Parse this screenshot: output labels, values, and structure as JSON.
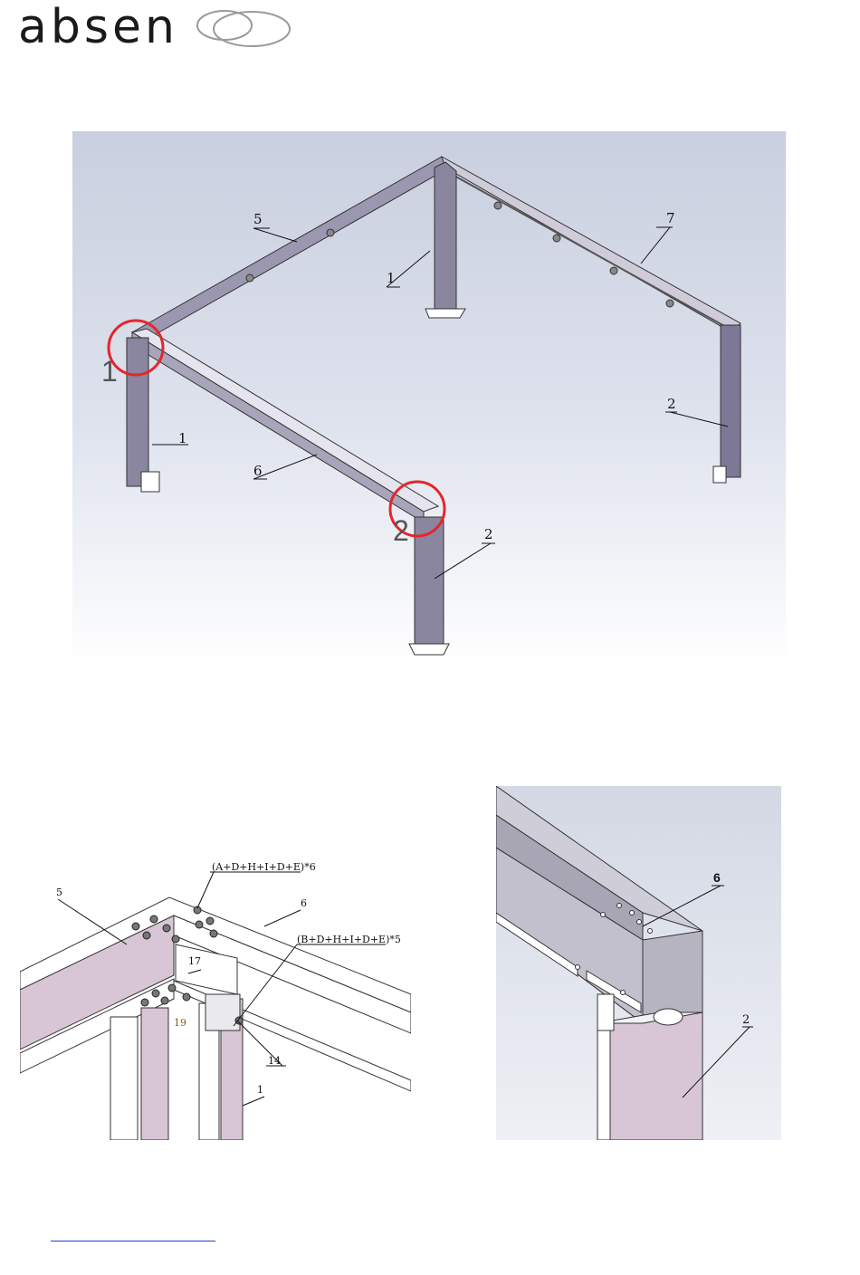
{
  "brand": {
    "name": "absen",
    "accent": "#b8b8b8",
    "ring_color": "#9a9a9a"
  },
  "main_figure": {
    "callouts": {
      "c5": "5",
      "c7": "7",
      "c1a": "1",
      "c1b": "1",
      "c2a": "2",
      "c2b": "2",
      "c6": "6"
    },
    "markers": {
      "m1": "1",
      "m2": "2"
    },
    "marker_color": "#e5262a"
  },
  "detail_left": {
    "labels": {
      "l5": "5",
      "l6": "6",
      "l17": "17",
      "l19": "19",
      "l14": "14",
      "l1": "1"
    },
    "formula_top": "(A+D+H+I+D+E)*6",
    "formula_side": "(B+D+H+I+D+E)*5"
  },
  "detail_right": {
    "labels": {
      "l6": "6",
      "l2": "2"
    }
  },
  "footer": {
    "link_color": "#1f3fd0"
  }
}
